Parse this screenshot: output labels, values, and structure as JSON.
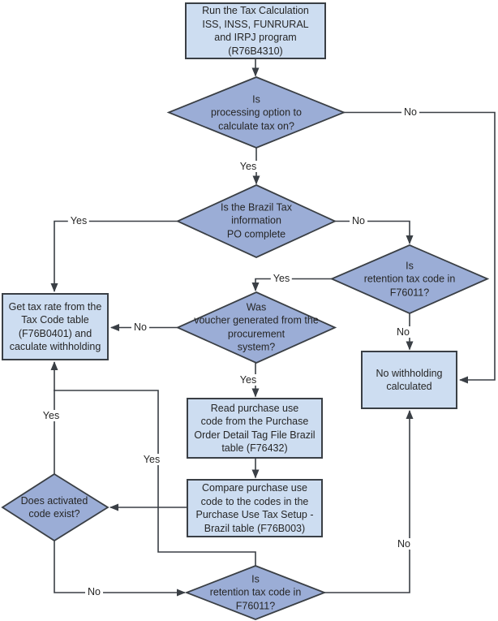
{
  "flowchart": {
    "colors": {
      "process_fill": "#cdddf1",
      "decision_fill": "#9badd6",
      "line_stroke": "#3a3f45",
      "background": "#ffffff"
    },
    "nodes": {
      "run_program": {
        "type": "process",
        "label": "Run the Tax Calculation\nISS, INSS, FUNRURAL\nand IRPJ program\n(R76B4310)"
      },
      "processing_option": {
        "type": "decision",
        "label": "Is\nprocessing option to\ncalculate tax on?"
      },
      "brazil_tax_info": {
        "type": "decision",
        "label": "Is the Brazil Tax\ninformation\nPO complete"
      },
      "retention_code_upper": {
        "type": "decision",
        "label": "Is\nretention tax code in\nF76011?"
      },
      "get_tax_rate": {
        "type": "process",
        "label": "Get tax rate from the\nTax Code table\n(F76B0401) and\ncaculate withholding"
      },
      "voucher_generated": {
        "type": "decision",
        "label": "Was\nvoucher generated from the\nprocurement\nsystem?"
      },
      "no_withholding": {
        "type": "process",
        "label": "No withholding\ncalculated"
      },
      "read_purchase_use": {
        "type": "process",
        "label": "Read purchase use\ncode from the Purchase\nOrder Detail Tag File Brazil\ntable (F76432)"
      },
      "compare_purchase_use": {
        "type": "process",
        "label": "Compare purchase use\ncode to the codes in the\nPurchase Use Tax Setup -\nBrazil table (F76B003)"
      },
      "activated_code": {
        "type": "decision",
        "label": "Does activated\ncode exist?"
      },
      "retention_code_lower": {
        "type": "decision",
        "label": "Is\nretention tax code in\nF76011?"
      }
    },
    "edges": {
      "start": {
        "from": "run_program",
        "to": "processing_option",
        "label": ""
      },
      "processing_yes": {
        "from": "processing_option",
        "to": "brazil_tax_info",
        "label": "Yes"
      },
      "processing_no": {
        "from": "processing_option",
        "to": "no_withholding",
        "label": "No"
      },
      "brazil_yes": {
        "from": "brazil_tax_info",
        "to": "get_tax_rate",
        "label": "Yes"
      },
      "brazil_no": {
        "from": "brazil_tax_info",
        "to": "retention_code_upper",
        "label": "No"
      },
      "retention_upper_yes": {
        "from": "retention_code_upper",
        "to": "voucher_generated",
        "label": "Yes"
      },
      "retention_upper_no": {
        "from": "retention_code_upper",
        "to": "no_withholding",
        "label": "No"
      },
      "voucher_no": {
        "from": "voucher_generated",
        "to": "get_tax_rate",
        "label": "No"
      },
      "voucher_yes": {
        "from": "voucher_generated",
        "to": "read_purchase_use",
        "label": "Yes"
      },
      "read_to_compare": {
        "from": "read_purchase_use",
        "to": "compare_purchase_use",
        "label": ""
      },
      "compare_to_activated": {
        "from": "compare_purchase_use",
        "to": "activated_code",
        "label": ""
      },
      "activated_yes": {
        "from": "activated_code",
        "to": "get_tax_rate",
        "label": "Yes"
      },
      "activated_no": {
        "from": "activated_code",
        "to": "retention_code_lower",
        "label": "No"
      },
      "retention_lower_yes": {
        "from": "retention_code_lower",
        "to": "get_tax_rate",
        "label": "Yes"
      },
      "retention_lower_no": {
        "from": "retention_code_lower",
        "to": "no_withholding",
        "label": "No"
      }
    }
  }
}
